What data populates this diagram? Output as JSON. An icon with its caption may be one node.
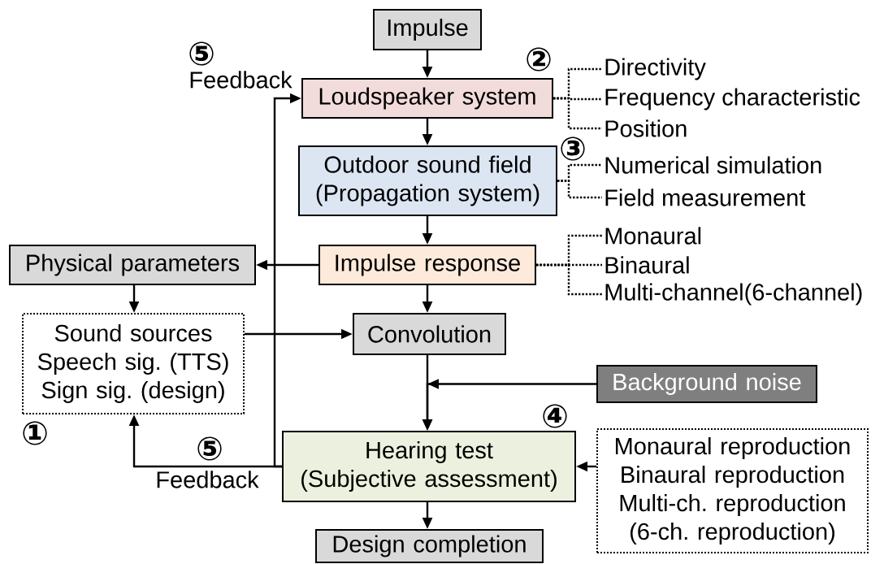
{
  "diagram": {
    "nodes": [
      {
        "text": [
          "Impulse"
        ]
      },
      {
        "text": [
          "Loudspeaker system"
        ]
      },
      {
        "text": [
          "Outdoor sound field",
          "(Propagation system)"
        ]
      },
      {
        "text": [
          "Impulse response"
        ]
      },
      {
        "text": [
          "Physical parameters"
        ]
      },
      {
        "text": [
          "Sound sources",
          "Speech sig. (TTS)",
          "Sign sig. (design)"
        ]
      },
      {
        "text": [
          "Convolution"
        ]
      },
      {
        "text": [
          "Background noise"
        ]
      },
      {
        "text": [
          "Hearing test",
          "(Subjective assessment)"
        ]
      },
      {
        "text": [
          "Monaural reproduction",
          "Binaural reproduction",
          "Multi-ch. reproduction",
          "(6-ch. reproduction)"
        ]
      },
      {
        "text": [
          "Design completion"
        ]
      },
      {
        "text": [
          "Directivity"
        ]
      },
      {
        "text": [
          "Frequency characteristic"
        ]
      },
      {
        "text": [
          "Position"
        ]
      },
      {
        "text": [
          "Numerical simulation"
        ]
      },
      {
        "text": [
          "Field measurement"
        ]
      },
      {
        "text": [
          "Monaural"
        ]
      },
      {
        "text": [
          "Binaural"
        ]
      },
      {
        "text": [
          "Multi-channel(6-channel)"
        ]
      }
    ],
    "edges": [
      {
        "from": 0,
        "to": 1,
        "arrow": "to"
      },
      {
        "from": 1,
        "to": 2,
        "arrow": "to"
      },
      {
        "from": 2,
        "to": 3,
        "arrow": "to"
      },
      {
        "from": 3,
        "to": 4,
        "arrow": "to"
      },
      {
        "from": 3,
        "to": 6,
        "arrow": "to"
      },
      {
        "from": 4,
        "to": 5,
        "arrow": "to"
      },
      {
        "from": 5,
        "to": 6,
        "arrow": "to"
      },
      {
        "from": 6,
        "to": 8,
        "arrow": "to"
      },
      {
        "from": 7,
        "to": 8,
        "arrow": "to"
      },
      {
        "from": 9,
        "to": 8,
        "arrow": "to"
      },
      {
        "from": 8,
        "to": 10,
        "arrow": "to"
      },
      {
        "from": 8,
        "to": 1,
        "arrow": "to",
        "label": "Feedback"
      },
      {
        "from": 8,
        "to": 5,
        "arrow": "to",
        "label": "Feedback"
      },
      {
        "from": 1,
        "to": 11,
        "arrow": "none",
        "style": "dashed"
      },
      {
        "from": 1,
        "to": 12,
        "arrow": "none",
        "style": "dashed"
      },
      {
        "from": 1,
        "to": 13,
        "arrow": "none",
        "style": "dashed"
      },
      {
        "from": 2,
        "to": 14,
        "arrow": "none",
        "style": "dashed"
      },
      {
        "from": 2,
        "to": 15,
        "arrow": "none",
        "style": "dashed"
      },
      {
        "from": 3,
        "to": 16,
        "arrow": "none",
        "style": "dashed"
      },
      {
        "from": 3,
        "to": 17,
        "arrow": "none",
        "style": "dashed"
      },
      {
        "from": 3,
        "to": 18,
        "arrow": "none",
        "style": "dashed"
      }
    ],
    "labels": [
      "⑤",
      "②",
      "③",
      "①",
      "④",
      "⑤"
    ]
  }
}
